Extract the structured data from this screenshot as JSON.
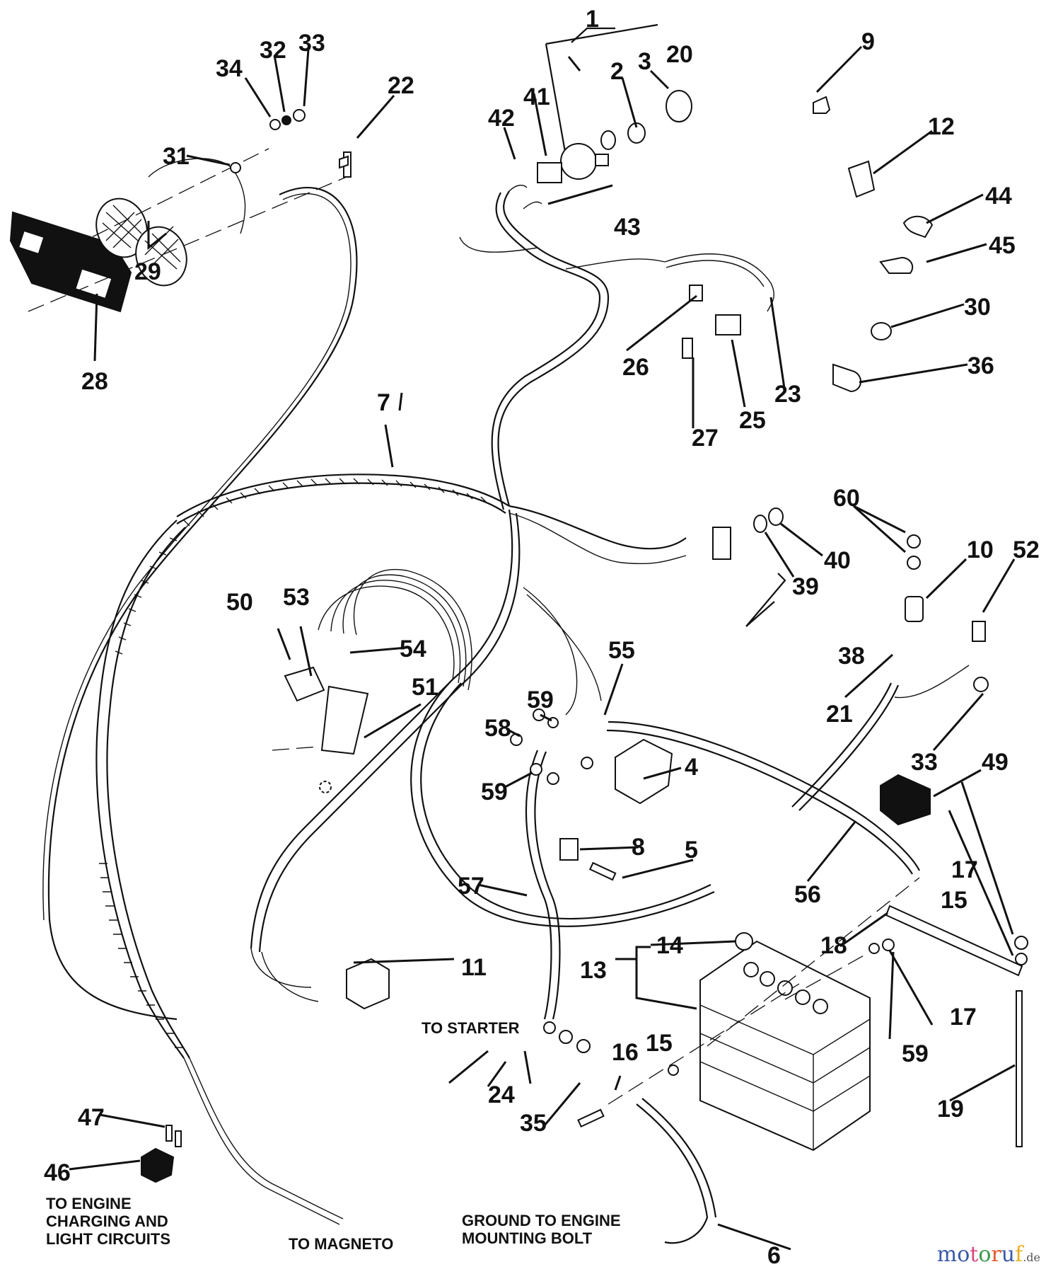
{
  "diagram": {
    "title": "Wiring harness and electrical components exploded parts diagram",
    "callouts": [
      {
        "id": "c1",
        "label": "1"
      },
      {
        "id": "c2",
        "label": "2"
      },
      {
        "id": "c3",
        "label": "3"
      },
      {
        "id": "c4",
        "label": "4"
      },
      {
        "id": "c5",
        "label": "5"
      },
      {
        "id": "c6",
        "label": "6"
      },
      {
        "id": "c7",
        "label": "7"
      },
      {
        "id": "c8",
        "label": "8"
      },
      {
        "id": "c9",
        "label": "9"
      },
      {
        "id": "c10",
        "label": "10"
      },
      {
        "id": "c11",
        "label": "11"
      },
      {
        "id": "c12",
        "label": "12"
      },
      {
        "id": "c13",
        "label": "13"
      },
      {
        "id": "c14",
        "label": "14"
      },
      {
        "id": "c15a",
        "label": "15"
      },
      {
        "id": "c15b",
        "label": "15"
      },
      {
        "id": "c16",
        "label": "16"
      },
      {
        "id": "c17a",
        "label": "17"
      },
      {
        "id": "c17b",
        "label": "17"
      },
      {
        "id": "c18",
        "label": "18"
      },
      {
        "id": "c19",
        "label": "19"
      },
      {
        "id": "c20",
        "label": "20"
      },
      {
        "id": "c21",
        "label": "21"
      },
      {
        "id": "c22",
        "label": "22"
      },
      {
        "id": "c23",
        "label": "23"
      },
      {
        "id": "c24",
        "label": "24"
      },
      {
        "id": "c25",
        "label": "25"
      },
      {
        "id": "c26",
        "label": "26"
      },
      {
        "id": "c27",
        "label": "27"
      },
      {
        "id": "c28",
        "label": "28"
      },
      {
        "id": "c29",
        "label": "29"
      },
      {
        "id": "c30",
        "label": "30"
      },
      {
        "id": "c31",
        "label": "31"
      },
      {
        "id": "c32",
        "label": "32"
      },
      {
        "id": "c33a",
        "label": "33"
      },
      {
        "id": "c33b",
        "label": "33"
      },
      {
        "id": "c34",
        "label": "34"
      },
      {
        "id": "c35",
        "label": "35"
      },
      {
        "id": "c36",
        "label": "36"
      },
      {
        "id": "c38",
        "label": "38"
      },
      {
        "id": "c39",
        "label": "39"
      },
      {
        "id": "c40",
        "label": "40"
      },
      {
        "id": "c41",
        "label": "41"
      },
      {
        "id": "c42",
        "label": "42"
      },
      {
        "id": "c43",
        "label": "43"
      },
      {
        "id": "c44",
        "label": "44"
      },
      {
        "id": "c45",
        "label": "45"
      },
      {
        "id": "c46",
        "label": "46"
      },
      {
        "id": "c47",
        "label": "47"
      },
      {
        "id": "c49",
        "label": "49"
      },
      {
        "id": "c50",
        "label": "50"
      },
      {
        "id": "c51",
        "label": "51"
      },
      {
        "id": "c52",
        "label": "52"
      },
      {
        "id": "c53",
        "label": "53"
      },
      {
        "id": "c54",
        "label": "54"
      },
      {
        "id": "c55",
        "label": "55"
      },
      {
        "id": "c56",
        "label": "56"
      },
      {
        "id": "c57",
        "label": "57"
      },
      {
        "id": "c58",
        "label": "58"
      },
      {
        "id": "c59a",
        "label": "59"
      },
      {
        "id": "c59b",
        "label": "59"
      },
      {
        "id": "c59c",
        "label": "59"
      },
      {
        "id": "c60",
        "label": "60"
      }
    ],
    "notes": {
      "to_starter": "TO STARTER",
      "to_engine_1": "TO ENGINE",
      "to_engine_2": "CHARGING AND",
      "to_engine_3": "LIGHT CIRCUITS",
      "to_magneto": "TO MAGNETO",
      "ground_1": "GROUND TO ENGINE",
      "ground_2": "MOUNTING BOLT"
    }
  },
  "watermark": {
    "letters": [
      "m",
      "o",
      "t",
      "o",
      "r",
      "u",
      "f"
    ],
    "colors": [
      "#3b5aa8",
      "#3b5aa8",
      "#d9487e",
      "#3a9a4a",
      "#e05a2a",
      "#3b5aa8",
      "#e8b020"
    ],
    "suffix": ".de"
  }
}
